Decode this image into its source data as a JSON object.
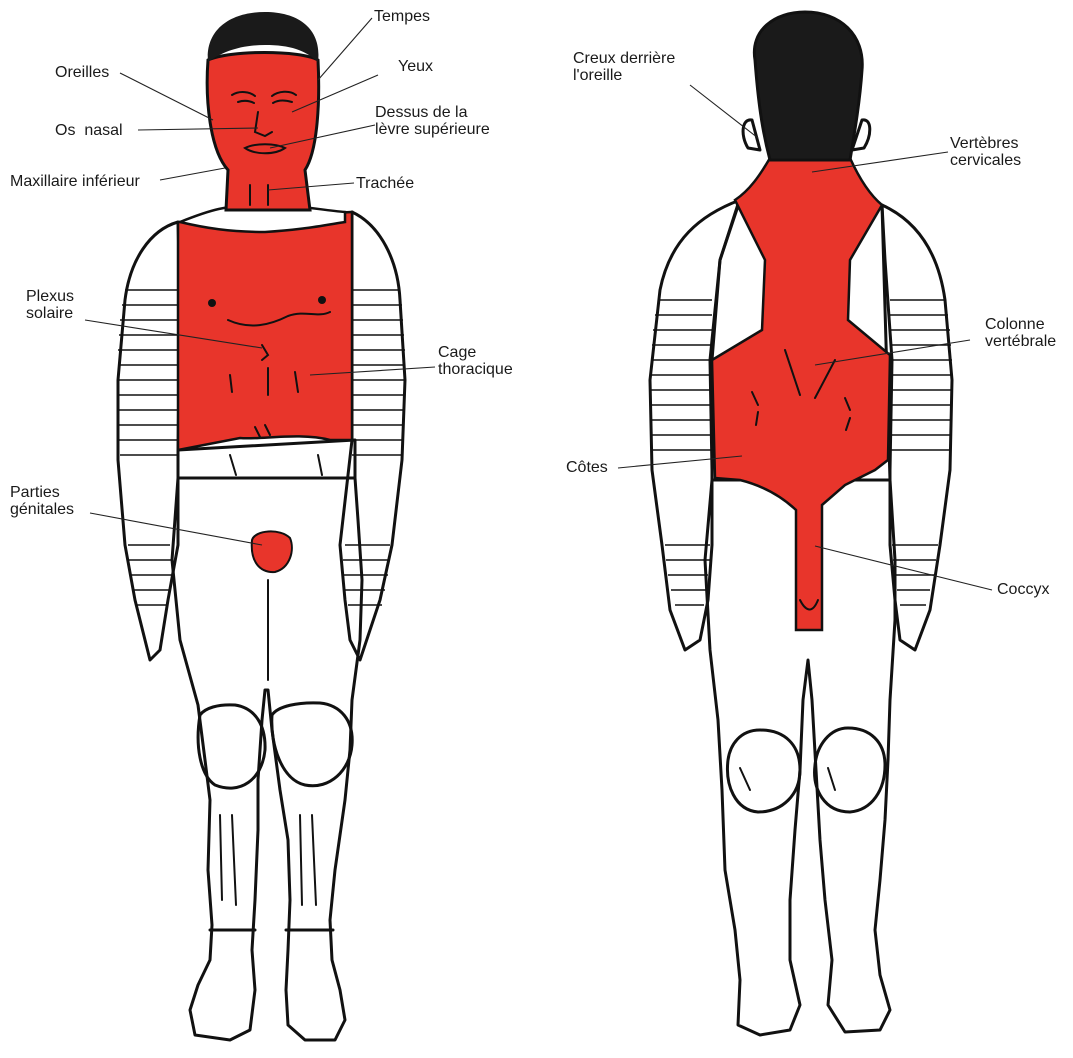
{
  "colors": {
    "target_zone": "#e8352b",
    "outline": "#111111",
    "hair": "#1a1a1a",
    "skin": "#ffffff",
    "label_text": "#1a1a1a"
  },
  "front_labels": {
    "tempes": "Tempes",
    "oreilles": "Oreilles",
    "yeux": "Yeux",
    "os_nasal": "Os  nasal",
    "dessus_levre": "Dessus de la\nlèvre supérieure",
    "maxillaire": "Maxillaire inférieur",
    "trachee": "Trachée",
    "plexus": "Plexus\nsolaire",
    "cage": "Cage\nthoracique",
    "genitales": "Parties\ngénitales"
  },
  "back_labels": {
    "creux": "Creux derrière\nl'oreille",
    "vertebres": "Vertèbres\ncervicales",
    "colonne": "Colonne\nvertébrale",
    "cotes": "Côtes",
    "coccyx": "Coccyx"
  }
}
